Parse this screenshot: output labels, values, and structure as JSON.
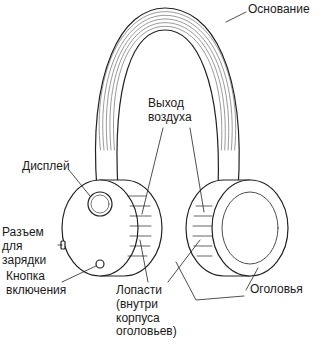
{
  "diagram": {
    "labels": [
      "Основание",
      "Выход воздуха",
      "Дисплей",
      "Разъем для зарядки",
      "Кнопка включения",
      "Лопасти (внутри корпуса оголовьев)",
      "Оголовья"
    ]
  }
}
